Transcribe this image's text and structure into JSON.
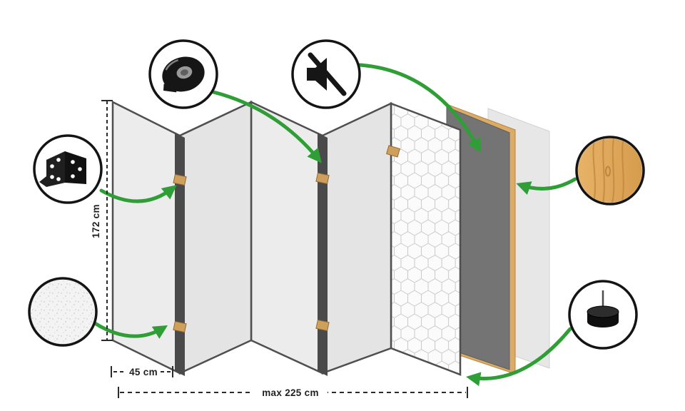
{
  "diagram": {
    "dimensions": {
      "height_label": "172 cm",
      "panel_width_label": "45 cm",
      "max_width_label": "max 225 cm"
    },
    "callouts": [
      {
        "icon": "hinge-icon"
      },
      {
        "icon": "fabric-texture-icon"
      },
      {
        "icon": "tape-roll-icon"
      },
      {
        "icon": "speaker-muted-icon"
      },
      {
        "icon": "wood-texture-icon"
      },
      {
        "icon": "felt-pad-icon"
      }
    ],
    "colors": {
      "accent_green": "#2f9e36",
      "panel_light": "#ececec",
      "panel_shaded": "#e4e4e4",
      "panel_edge_dark": "#4a4a4a",
      "core_gray": "#747474",
      "wood_frame": "#dcab66",
      "hinge_wood": "#cfa05c",
      "outline_black": "#141414"
    }
  }
}
